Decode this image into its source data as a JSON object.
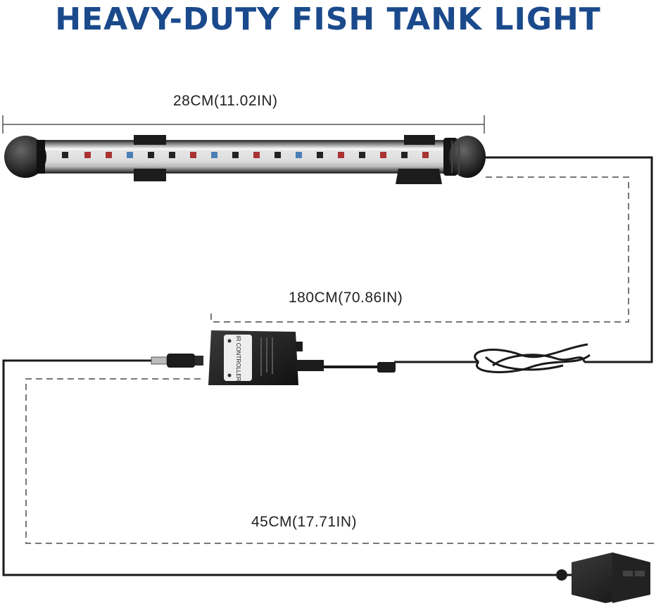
{
  "title": "HEAVY-DUTY FISH TANK LIGHT",
  "dimensions": {
    "light_length": "28CM(11.02IN)",
    "extension_cable": "180CM(70.86IN)",
    "adapter_cable": "45CM(17.71IN)"
  },
  "controller_label": "IR CONTROLLER",
  "colors": {
    "title": "#1b4a8c",
    "cable": "#1a1a1a",
    "dashed_guide": "#777777"
  }
}
